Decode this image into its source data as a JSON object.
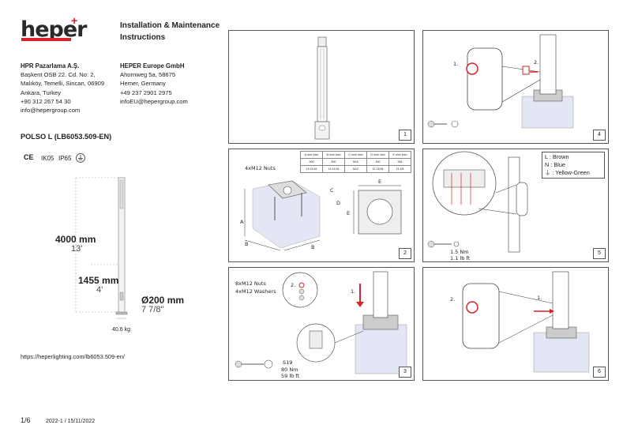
{
  "brand": {
    "logo": "heper",
    "plus": "+",
    "accent": "#d4232a"
  },
  "doc_title": [
    "Installation & Maintenance",
    "Instructions"
  ],
  "company_tr": {
    "name": "HPR Pazarlama A.Ş.",
    "lines": [
      "Başkent OSB 22. Cd. No: 2,",
      "Malıköy, Temelli, Sincan, 06909",
      "Ankara, Turkey",
      "+90 312 267 54 30",
      "info@hepergroup.com"
    ]
  },
  "company_eu": {
    "name": "HEPER Europe GmbH",
    "lines": [
      "Ahornweg 5a, 58675",
      "Hemer, Germany",
      "+49 237 2901 2975",
      "infoEU@hepergroup.com"
    ]
  },
  "product": "POLSO L (LB6053.509-EN)",
  "certs": {
    "ce": "CE",
    "ik": "IK05",
    "ip": "IP65"
  },
  "dimensions": {
    "height_m": "4000 mm",
    "height_ft": "13'",
    "door_m": "1455 mm",
    "door_ft": "4'",
    "dia_m": "Ø200 mm",
    "dia_in": "7 7/8''",
    "weight": "40.6 kg"
  },
  "url": "https://heperlighting.com/lb6053.509-en/",
  "footer": {
    "page": "1/6",
    "version": "2022-1 / 15/11/2022"
  },
  "panels": {
    "p1": {
      "num": "1"
    },
    "p2": {
      "num": "2",
      "nuts": "4xM12 Nuts",
      "table_head": [
        "A mm/ inch",
        "B mm/ inch",
        "C mm/ inch",
        "D mm/ inch",
        "E mm/ inch"
      ],
      "table_row1": [
        "500",
        "500",
        "M12",
        "300",
        "284"
      ],
      "table_row2": [
        "19 11/16",
        "19 11/16",
        "M12",
        "11 13/16",
        "11 1/8"
      ],
      "labels": {
        "a": "A",
        "b1": "B",
        "b2": "B",
        "c": "C",
        "d": "D",
        "e1": "E",
        "e2": "E"
      }
    },
    "p3": {
      "num": "3",
      "nuts": "8xM12 Nuts",
      "washers": "4xM12 Washers",
      "s1": "1.",
      "s2": "2.",
      "tool": "S19",
      "torque_nm": "80 Nm",
      "torque_lb": "59 lb ft"
    },
    "p4": {
      "num": "4",
      "s1": "1.",
      "s2": "2."
    },
    "p5": {
      "num": "5",
      "legend": [
        "L  : Brown",
        "N  : Blue",
        "⏚ : Yellow-Green"
      ],
      "torque_nm": "1.5 Nm",
      "torque_lb": "1.1 lb ft"
    },
    "p6": {
      "num": "6",
      "s1": "1.",
      "s2": "2."
    }
  }
}
